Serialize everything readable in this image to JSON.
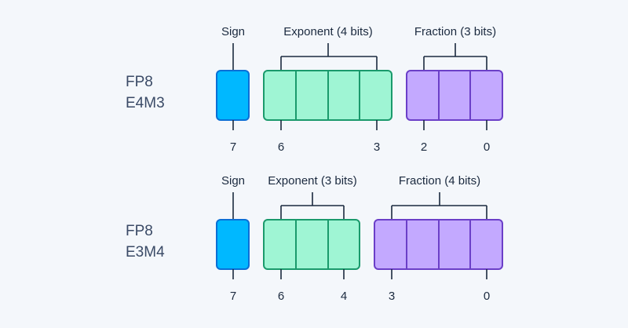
{
  "formats": [
    {
      "name_line1": "FP8",
      "name_line2": "E4M3",
      "sign_label": "Sign",
      "exponent_label": "Exponent (4 bits)",
      "fraction_label": "Fraction (3 bits)",
      "exponent_bits": 4,
      "fraction_bits": 3,
      "bit_labels": {
        "sign": "7",
        "exp_high": "6",
        "exp_low": "3",
        "frac_high": "2",
        "frac_low": "0"
      }
    },
    {
      "name_line1": "FP8",
      "name_line2": "E3M4",
      "sign_label": "Sign",
      "exponent_label": "Exponent (3 bits)",
      "fraction_label": "Fraction (4 bits)",
      "exponent_bits": 3,
      "fraction_bits": 4,
      "bit_labels": {
        "sign": "7",
        "exp_high": "6",
        "exp_low": "4",
        "frac_high": "3",
        "frac_low": "0"
      }
    }
  ],
  "colors": {
    "sign_fill": "#00b8ff",
    "sign_stroke": "#0a6fd6",
    "exponent_fill": "#9ff5d4",
    "exponent_stroke": "#1a9a6c",
    "fraction_fill": "#c3a9ff",
    "fraction_stroke": "#6b3fc8",
    "text": "#1b2a3f",
    "background": "#f4f7fb"
  }
}
